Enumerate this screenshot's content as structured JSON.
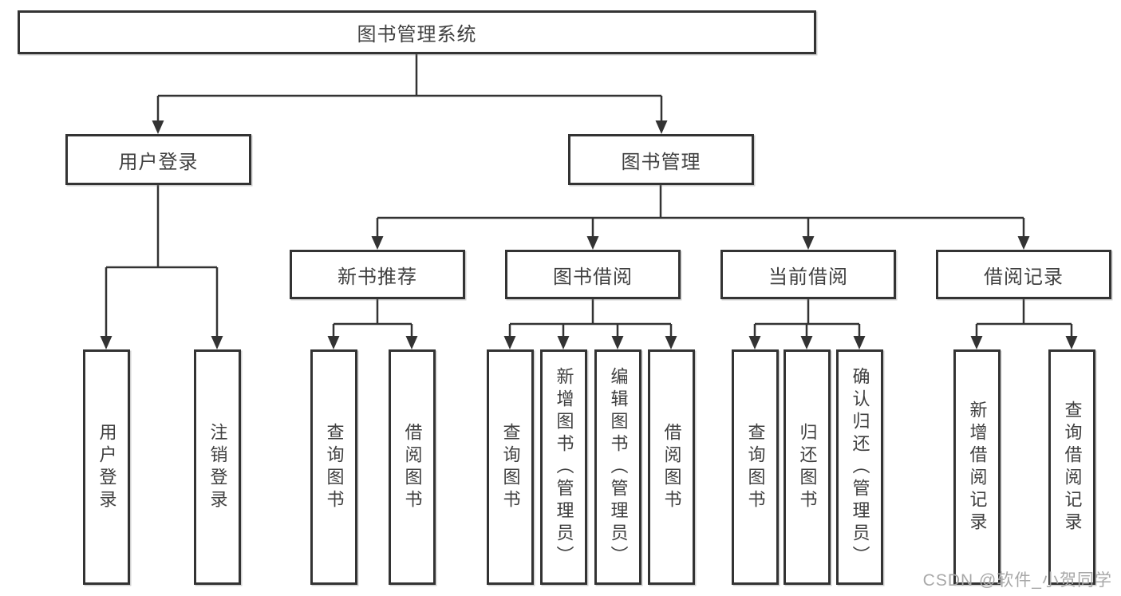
{
  "tree": {
    "label": "图书管理系统",
    "children": [
      {
        "label": "用户登录",
        "children": [
          {
            "label": "用户登录"
          },
          {
            "label": "注销登录"
          }
        ]
      },
      {
        "label": "图书管理",
        "children": [
          {
            "label": "新书推荐",
            "children": [
              {
                "label": "查询图书"
              },
              {
                "label": "借阅图书"
              }
            ]
          },
          {
            "label": "图书借阅",
            "children": [
              {
                "label": "查询图书"
              },
              {
                "label": "新增图书（管理员）"
              },
              {
                "label": "编辑图书（管理员）"
              },
              {
                "label": "借阅图书"
              }
            ]
          },
          {
            "label": "当前借阅",
            "children": [
              {
                "label": "查询图书"
              },
              {
                "label": "归还图书"
              },
              {
                "label": "确认归还（管理员）"
              }
            ]
          },
          {
            "label": "借阅记录",
            "children": [
              {
                "label": "新增借阅记录"
              },
              {
                "label": "查询借阅记录"
              }
            ]
          }
        ]
      }
    ]
  },
  "watermark": "CSDN @软件_小贺同学",
  "colors": {
    "line": "#333333",
    "text": "#404040",
    "watermark": "#a8a8a8",
    "background": "#ffffff"
  }
}
